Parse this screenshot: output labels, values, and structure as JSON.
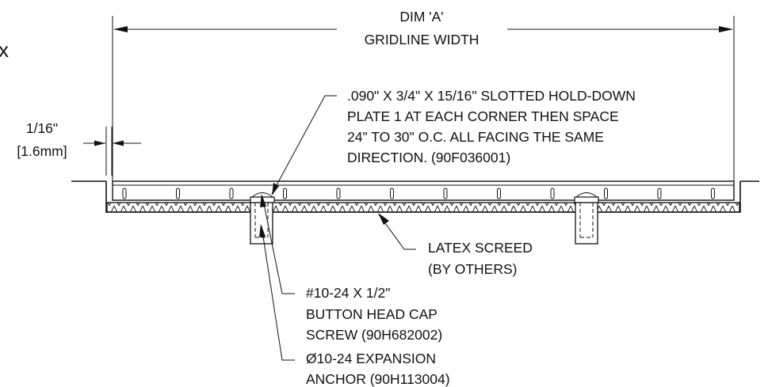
{
  "drawing": {
    "edge_fragment": "x",
    "dimension": {
      "line1": "DIM 'A'",
      "line2": "GRIDLINE WIDTH"
    },
    "gap": {
      "line1": "1/16\"",
      "line2": "[1.6mm]"
    },
    "hold_down_note": [
      ".090\" X 3/4\" X 15/16\" SLOTTED HOLD-DOWN",
      "PLATE 1 AT EACH CORNER THEN SPACE",
      "24\" TO 30\" O.C. ALL FACING THE SAME",
      "DIRECTION. (90F036001)"
    ],
    "screed_note": [
      "LATEX SCREED",
      "(BY OTHERS)"
    ],
    "screw_note": [
      "#10-24 X 1/2\"",
      "BUTTON HEAD CAP",
      "SCREW (90H682002)"
    ],
    "anchor_note": [
      "Ø10-24 EXPANSION",
      "ANCHOR (90H113004)"
    ]
  }
}
